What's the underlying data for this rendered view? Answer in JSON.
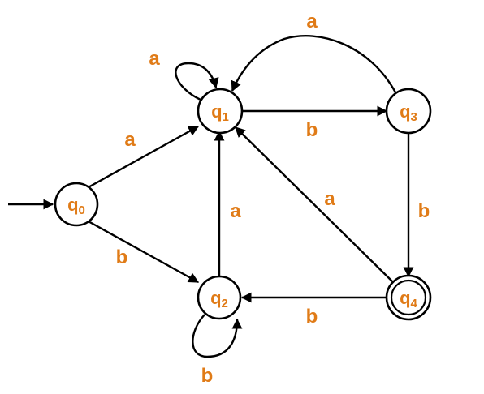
{
  "colors": {
    "label": "#E07B17",
    "stroke": "#000000",
    "background": "#ffffff"
  },
  "states": {
    "q0": {
      "base": "q",
      "sub": "0",
      "accepting": false,
      "initial": true
    },
    "q1": {
      "base": "q",
      "sub": "1",
      "accepting": false,
      "initial": false
    },
    "q2": {
      "base": "q",
      "sub": "2",
      "accepting": false,
      "initial": false
    },
    "q3": {
      "base": "q",
      "sub": "3",
      "accepting": false,
      "initial": false
    },
    "q4": {
      "base": "q",
      "sub": "4",
      "accepting": true,
      "initial": false
    }
  },
  "transitions": {
    "q0_q1": {
      "from": "q0",
      "to": "q1",
      "symbol": "a"
    },
    "q0_q2": {
      "from": "q0",
      "to": "q2",
      "symbol": "b"
    },
    "q1_q1": {
      "from": "q1",
      "to": "q1",
      "symbol": "a"
    },
    "q1_q3": {
      "from": "q1",
      "to": "q3",
      "symbol": "b"
    },
    "q2_q1": {
      "from": "q2",
      "to": "q1",
      "symbol": "a"
    },
    "q2_q2": {
      "from": "q2",
      "to": "q2",
      "symbol": "b"
    },
    "q3_q1": {
      "from": "q3",
      "to": "q1",
      "symbol": "a"
    },
    "q3_q4": {
      "from": "q3",
      "to": "q4",
      "symbol": "b"
    },
    "q4_q1": {
      "from": "q4",
      "to": "q1",
      "symbol": "a"
    },
    "q4_q2": {
      "from": "q4",
      "to": "q2",
      "symbol": "b"
    }
  }
}
